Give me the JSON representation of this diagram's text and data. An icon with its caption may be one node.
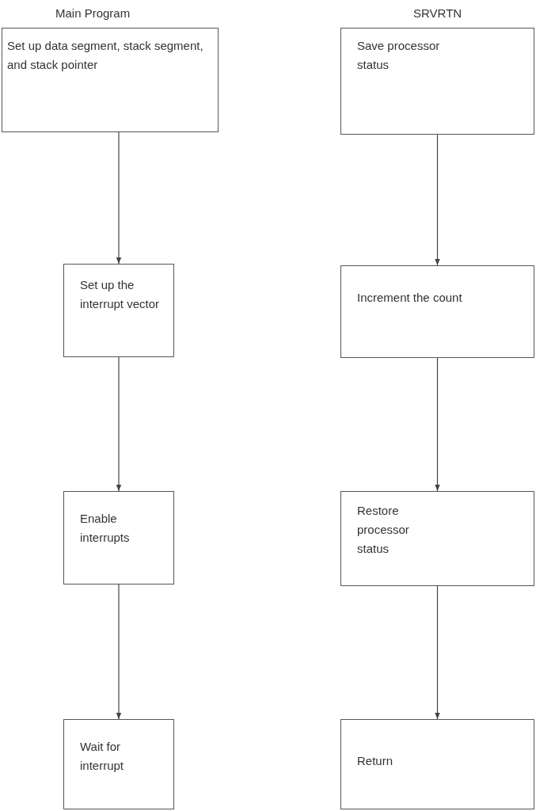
{
  "diagram": {
    "nodes": [
      {
        "text": [
          "Set up data segment, stack segment, and stack pointer"
        ]
      },
      {
        "text": [
          "Set up the interrupt vector"
        ]
      },
      {
        "text": [
          "Enable interrupts"
        ]
      },
      {
        "text": [
          "Wait for interrupt"
        ]
      },
      {
        "text": [
          "Save processor status"
        ]
      },
      {
        "text": [
          "Increment the count"
        ]
      },
      {
        "text": [
          "Restore processor status"
        ]
      },
      {
        "text": [
          "Return"
        ]
      }
    ],
    "edges": [
      {
        "from": 0,
        "to": 1,
        "arrow": "to"
      },
      {
        "from": 1,
        "to": 2,
        "arrow": "to"
      },
      {
        "from": 2,
        "to": 3,
        "arrow": "to"
      },
      {
        "from": 4,
        "to": 5,
        "arrow": "to"
      },
      {
        "from": 5,
        "to": 6,
        "arrow": "to"
      },
      {
        "from": 6,
        "to": 7,
        "arrow": "to"
      }
    ],
    "labels": [
      "Main Program",
      "SRVRTN"
    ]
  }
}
